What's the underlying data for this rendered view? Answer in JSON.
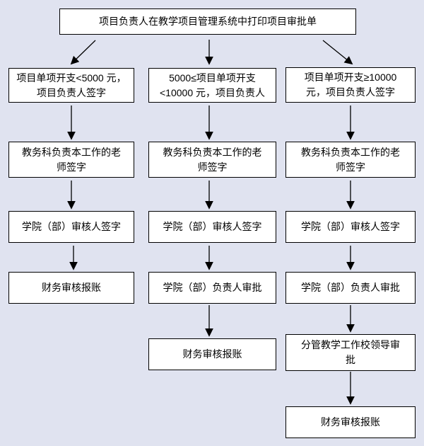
{
  "page": {
    "background_color": "#e0e3f0"
  },
  "colors": {
    "box_background": "#ffffff",
    "box_border": "#000000",
    "text": "#000000",
    "arrow": "#000000"
  },
  "flowchart": {
    "root": {
      "label": "项目负责人在教学项目管理系统中打印项目审批单"
    },
    "branches": [
      {
        "name": "left",
        "condition": "项目单项开支<5000 元，\n项目负责人签字",
        "steps": [
          "教务科负责本工作的老\n师签字",
          "学院（部）审核人签字",
          "财务审核报账"
        ]
      },
      {
        "name": "middle",
        "condition": "5000≤项目单项开支\n<10000 元，项目负责人",
        "steps": [
          "教务科负责本工作的老\n师签字",
          "学院（部）审核人签字",
          "学院（部）负责人审批",
          "财务审核报账"
        ]
      },
      {
        "name": "right",
        "condition": "项目单项开支≥10000\n元，项目负责人签字",
        "steps": [
          "教务科负责本工作的老\n师签字",
          "学院（部）审核人签字",
          "学院（部）负责人审批",
          "分管教学工作校领导审\n批",
          "财务审核报账"
        ]
      }
    ]
  }
}
